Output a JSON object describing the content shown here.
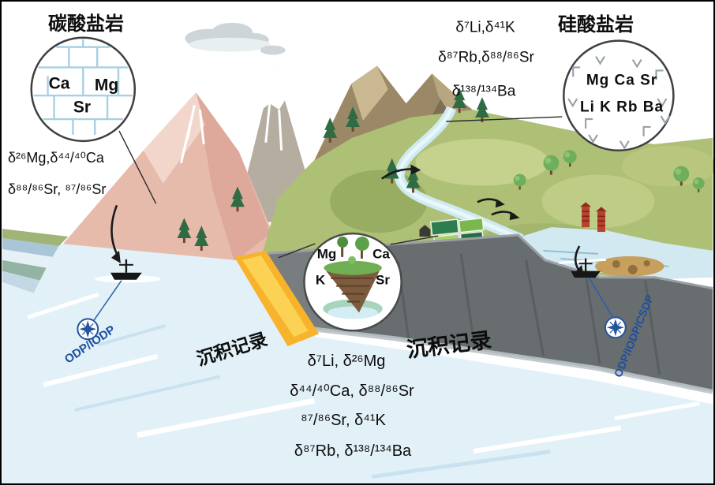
{
  "figure": {
    "subject": "continental weathering and sediment isotope records diagram"
  },
  "carbonate": {
    "title": "碳酸盐岩",
    "ca": "Ca",
    "mg": "Mg",
    "sr": "Sr",
    "iso1": "δ²⁶Mg,δ⁴⁴/⁴⁰Ca",
    "iso2": "δ⁸⁸/⁸⁶Sr, ⁸⁷/⁸⁶Sr"
  },
  "silicate": {
    "title": "硅酸盐岩",
    "row1": "Mg Ca Sr",
    "row2": "Li K Rb Ba",
    "iso1": "δ⁷Li,δ⁴¹K",
    "iso2": "δ⁸⁷Rb,δ⁸⁸/⁸⁶Sr",
    "iso3": "δ¹³⁸/¹³⁴Ba"
  },
  "soil": {
    "mg": "Mg",
    "ca": "Ca",
    "k": "K",
    "sr": "Sr"
  },
  "sediment": {
    "left_label": "沉积记录",
    "right_label": "沉积记录",
    "iso1": "δ⁷Li, δ²⁶Mg",
    "iso2": "δ⁴⁴/⁴⁰Ca, δ⁸⁸/⁸⁶Sr",
    "iso3": "⁸⁷/⁸⁶Sr, δ⁴¹K",
    "iso4": "δ⁸⁷Rb, δ¹³⁸/¹³⁴Ba"
  },
  "drilling": {
    "left": "ODP/IODP",
    "right": "ODP/IODP/CSDP"
  },
  "colors": {
    "odp_blue": "#1c4f9e",
    "ocean": "#e2f0f8",
    "cliff_gray": "#686d70",
    "sand_orange": "#f7b32b",
    "terrain_green": "#aebf76",
    "carbonate_pink": "#e7bbac",
    "silicate_brown": "#9b8867"
  }
}
